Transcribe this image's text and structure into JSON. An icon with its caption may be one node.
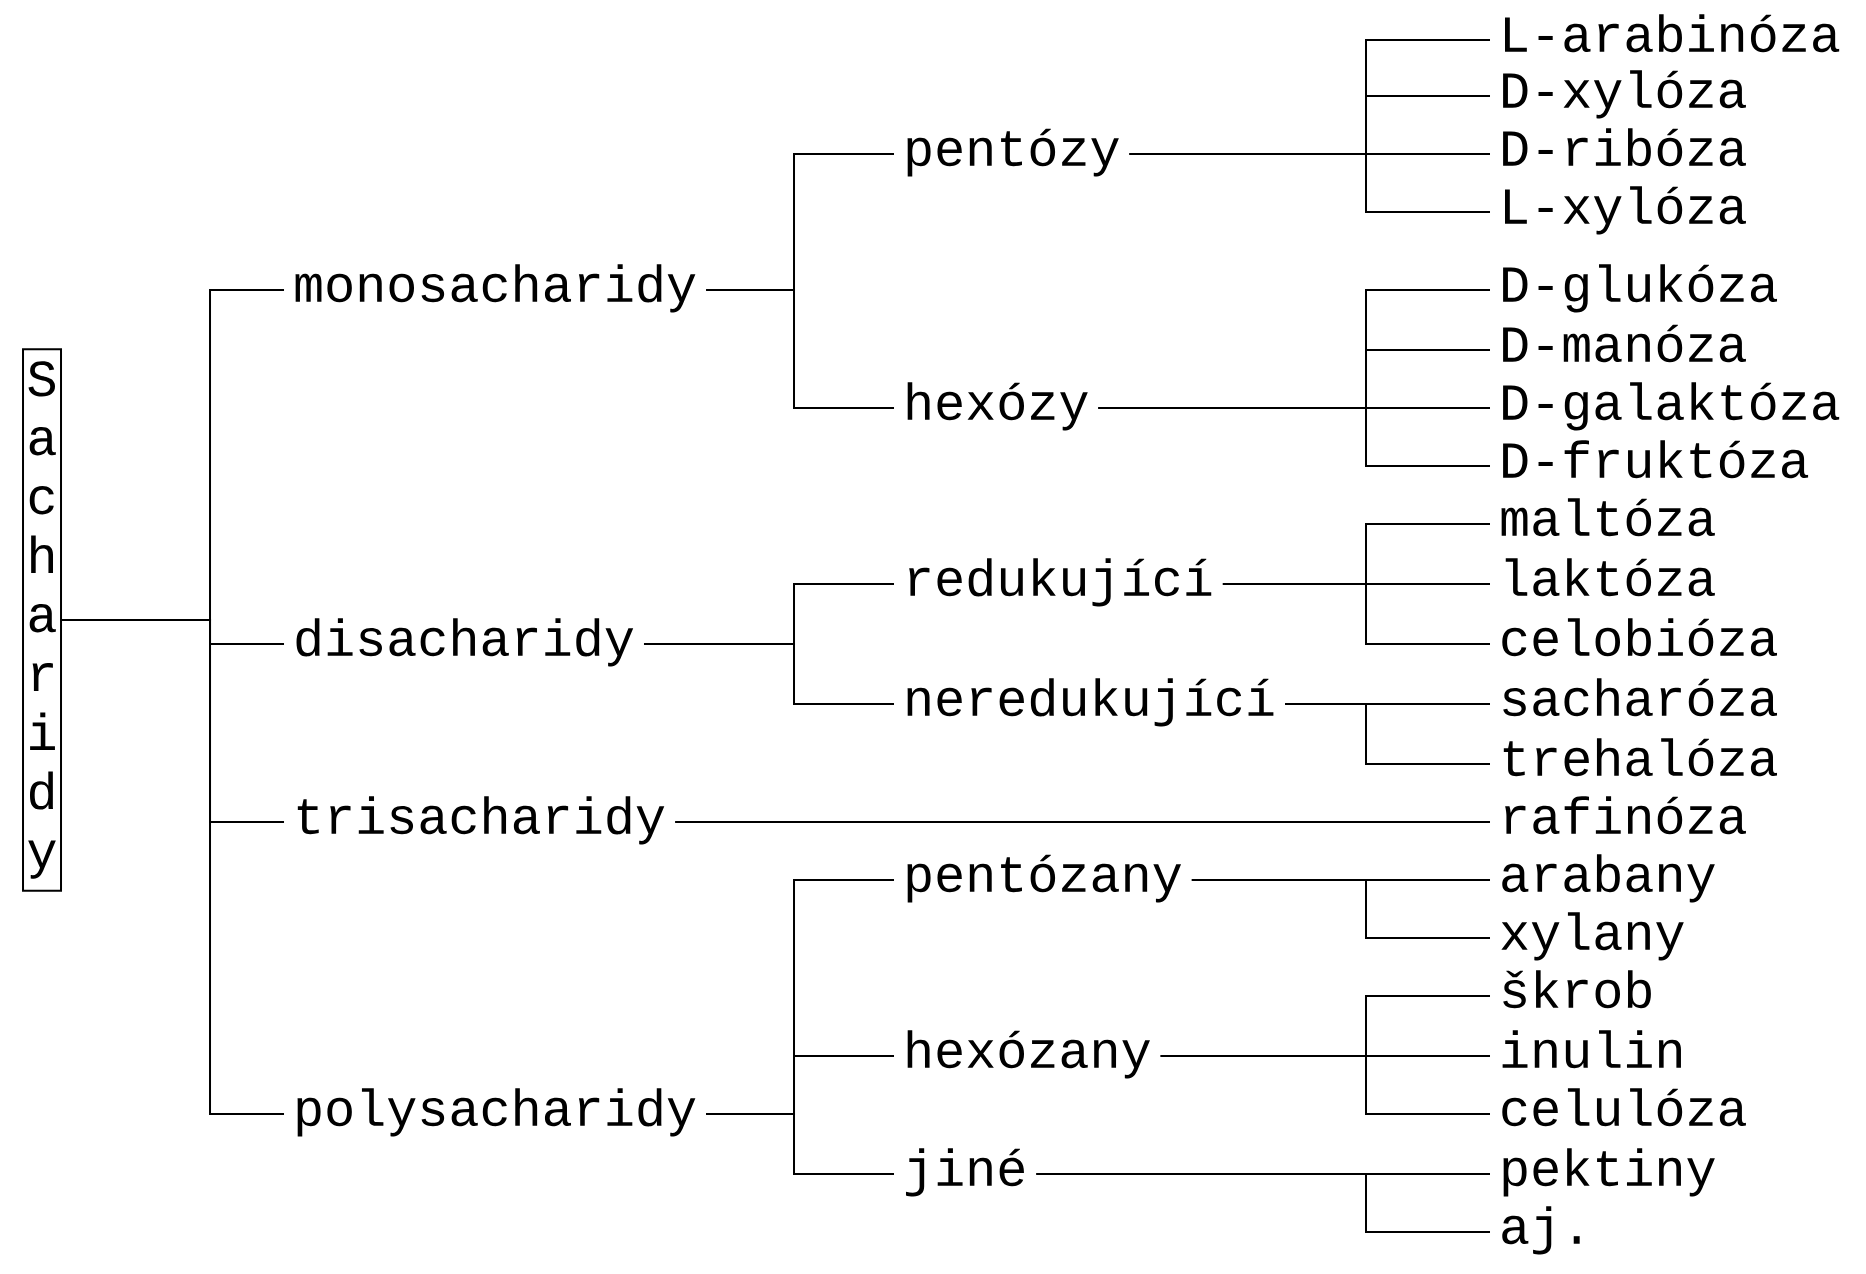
{
  "diagram": {
    "nodes": [
      {
        "text": [
          "Sacharidy"
        ]
      },
      {
        "text": [
          "monosacharidy"
        ]
      },
      {
        "text": [
          "pentózy"
        ]
      },
      {
        "text": [
          "L-arabinóza"
        ]
      },
      {
        "text": [
          "D-xylóza"
        ]
      },
      {
        "text": [
          "D-ribóza"
        ]
      },
      {
        "text": [
          "L-xylóza"
        ]
      },
      {
        "text": [
          "hexózy"
        ]
      },
      {
        "text": [
          "D-glukóza"
        ]
      },
      {
        "text": [
          "D-manóza"
        ]
      },
      {
        "text": [
          "D-galaktóza"
        ]
      },
      {
        "text": [
          "D-fruktóza"
        ]
      },
      {
        "text": [
          "disacharidy"
        ]
      },
      {
        "text": [
          "redukující"
        ]
      },
      {
        "text": [
          "maltóza"
        ]
      },
      {
        "text": [
          "laktóza"
        ]
      },
      {
        "text": [
          "celobióza"
        ]
      },
      {
        "text": [
          "neredukující"
        ]
      },
      {
        "text": [
          "sacharóza"
        ]
      },
      {
        "text": [
          "trehalóza"
        ]
      },
      {
        "text": [
          "trisacharidy"
        ]
      },
      {
        "text": [
          "rafinóza"
        ]
      },
      {
        "text": [
          "polysacharidy"
        ]
      },
      {
        "text": [
          "pentózany"
        ]
      },
      {
        "text": [
          "arabany"
        ]
      },
      {
        "text": [
          "xylany"
        ]
      },
      {
        "text": [
          "hexózany"
        ]
      },
      {
        "text": [
          "škrob"
        ]
      },
      {
        "text": [
          "inulin"
        ]
      },
      {
        "text": [
          "celulóza"
        ]
      },
      {
        "text": [
          "jiné"
        ]
      },
      {
        "text": [
          "pektiny"
        ]
      },
      {
        "text": [
          "aj."
        ]
      }
    ],
    "edges": [
      {
        "from": 0,
        "to": 1,
        "arrow": "none"
      },
      {
        "from": 1,
        "to": 2,
        "arrow": "none"
      },
      {
        "from": 2,
        "to": 3,
        "arrow": "none"
      },
      {
        "from": 2,
        "to": 4,
        "arrow": "none"
      },
      {
        "from": 2,
        "to": 5,
        "arrow": "none"
      },
      {
        "from": 2,
        "to": 6,
        "arrow": "none"
      },
      {
        "from": 1,
        "to": 7,
        "arrow": "none"
      },
      {
        "from": 7,
        "to": 8,
        "arrow": "none"
      },
      {
        "from": 7,
        "to": 9,
        "arrow": "none"
      },
      {
        "from": 7,
        "to": 10,
        "arrow": "none"
      },
      {
        "from": 7,
        "to": 11,
        "arrow": "none"
      },
      {
        "from": 0,
        "to": 12,
        "arrow": "none"
      },
      {
        "from": 12,
        "to": 13,
        "arrow": "none"
      },
      {
        "from": 13,
        "to": 14,
        "arrow": "none"
      },
      {
        "from": 13,
        "to": 15,
        "arrow": "none"
      },
      {
        "from": 13,
        "to": 16,
        "arrow": "none"
      },
      {
        "from": 12,
        "to": 17,
        "arrow": "none"
      },
      {
        "from": 17,
        "to": 18,
        "arrow": "none"
      },
      {
        "from": 17,
        "to": 19,
        "arrow": "none"
      },
      {
        "from": 0,
        "to": 20,
        "arrow": "none"
      },
      {
        "from": 20,
        "to": 21,
        "arrow": "none"
      },
      {
        "from": 0,
        "to": 22,
        "arrow": "none"
      },
      {
        "from": 22,
        "to": 23,
        "arrow": "none"
      },
      {
        "from": 23,
        "to": 24,
        "arrow": "none"
      },
      {
        "from": 23,
        "to": 25,
        "arrow": "none"
      },
      {
        "from": 22,
        "to": 26,
        "arrow": "none"
      },
      {
        "from": 26,
        "to": 27,
        "arrow": "none"
      },
      {
        "from": 26,
        "to": 28,
        "arrow": "none"
      },
      {
        "from": 26,
        "to": 29,
        "arrow": "none"
      },
      {
        "from": 22,
        "to": 30,
        "arrow": "none"
      },
      {
        "from": 30,
        "to": 31,
        "arrow": "none"
      },
      {
        "from": 30,
        "to": 32,
        "arrow": "none"
      }
    ]
  }
}
